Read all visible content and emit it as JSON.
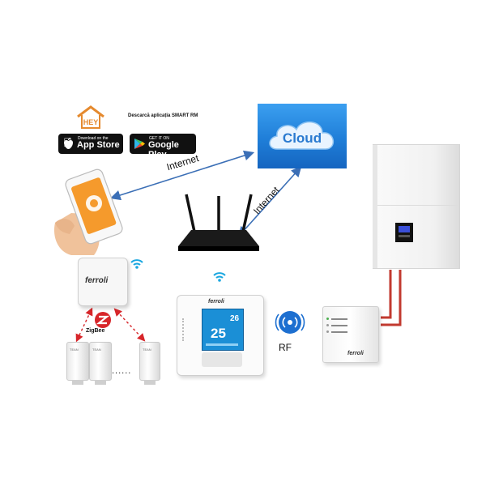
{
  "app": {
    "download_text": "Descarcă aplicația SMART RM",
    "appstore_small": "Download on the",
    "appstore_big": "App Store",
    "googleplay_small": "GET IT ON",
    "googleplay_big": "Google Play"
  },
  "cloud": {
    "label": "Cloud"
  },
  "links": {
    "internet_phone": "Internet",
    "internet_router": "Internet",
    "rf": "RF"
  },
  "zigbee": {
    "label": "ZigBee"
  },
  "brand": {
    "gateway": "ferroli",
    "thermostat": "ferroli",
    "receiver": "ferroli"
  },
  "thermostat": {
    "set_temp": "26",
    "room_temp": "25"
  },
  "valves": {
    "ellipsis": "......",
    "valve_label": "TEAN"
  },
  "colors": {
    "link_blue": "#3b6fb6",
    "zigbee_red": "#d7262a",
    "pipe_red": "#c23a2f",
    "cloud_blue": "#1f7ed8",
    "wifi_blue": "#1aa7e0",
    "rf_blue": "#1d6fd0"
  }
}
